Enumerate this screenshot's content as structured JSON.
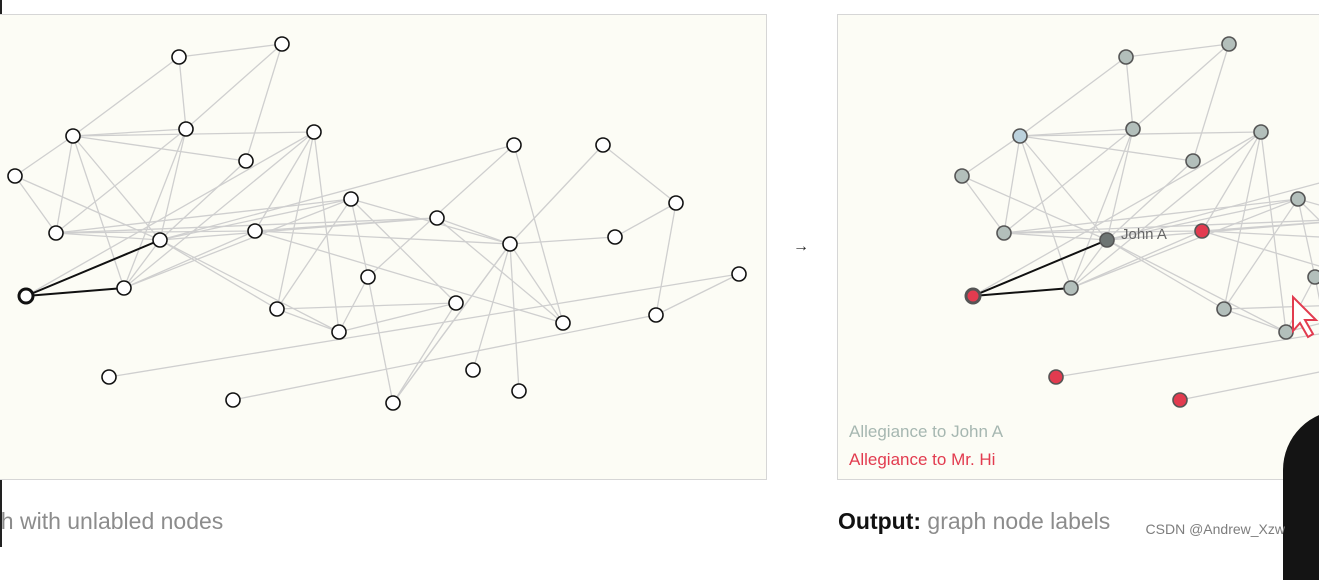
{
  "arrow": "→",
  "captions": {
    "left": "ph with unlabled nodes",
    "right_bold": "Output:",
    "right_rest": " graph node labels"
  },
  "legend": {
    "john": "Allegiance to John A",
    "hi": "Allegiance to Mr. Hi"
  },
  "node_label": "John A",
  "watermark": "CSDN @Andrew_Xzw",
  "colors": {
    "edge": "#cfcfcf",
    "highlight_edge": "#111111",
    "node_white": "#ffffff",
    "node_grey": "#b3bfbb",
    "node_blue": "#bcd2dd",
    "node_dark": "#6e7573",
    "node_red": "#e23b4f",
    "cursor_red": "#e23b4f"
  },
  "nodes": [
    {
      "id": "a",
      "cls": "grey"
    },
    {
      "id": "b",
      "cls": "grey"
    },
    {
      "id": "c",
      "cls": "blue"
    },
    {
      "id": "d",
      "cls": "grey"
    },
    {
      "id": "e",
      "cls": "grey"
    },
    {
      "id": "f",
      "cls": "grey"
    },
    {
      "id": "g",
      "cls": "grey"
    },
    {
      "id": "h",
      "cls": "grey"
    },
    {
      "id": "i",
      "cls": "grey"
    },
    {
      "id": "j",
      "cls": "red"
    },
    {
      "id": "k",
      "cls": "grey"
    },
    {
      "id": "l",
      "cls": "grey"
    },
    {
      "id": "m",
      "cls": "red"
    },
    {
      "id": "n",
      "cls": "grey"
    },
    {
      "id": "o",
      "cls": "grey"
    },
    {
      "id": "p",
      "cls": "red"
    },
    {
      "id": "q",
      "cls": "grey"
    },
    {
      "id": "r",
      "cls": "grey"
    },
    {
      "id": "s",
      "cls": "grey"
    },
    {
      "id": "t",
      "cls": "grey"
    },
    {
      "id": "u",
      "cls": "red"
    },
    {
      "id": "v",
      "cls": "red"
    },
    {
      "id": "w",
      "cls": "red"
    },
    {
      "id": "x",
      "cls": "grey"
    },
    {
      "id": "y",
      "cls": "red"
    },
    {
      "id": "z",
      "cls": "red"
    },
    {
      "id": "aa",
      "cls": "red"
    },
    {
      "id": "ab",
      "cls": "red"
    },
    {
      "id": "ac",
      "cls": "red"
    },
    {
      "id": "ad",
      "cls": "red"
    },
    {
      "id": "ae",
      "cls": "red"
    }
  ],
  "edges": [
    [
      "a",
      "b"
    ],
    [
      "a",
      "e"
    ],
    [
      "b",
      "e"
    ],
    [
      "b",
      "f"
    ],
    [
      "c",
      "a"
    ],
    [
      "c",
      "d"
    ],
    [
      "c",
      "e"
    ],
    [
      "c",
      "g"
    ],
    [
      "c",
      "h"
    ],
    [
      "c",
      "k"
    ],
    [
      "d",
      "g"
    ],
    [
      "d",
      "h"
    ],
    [
      "e",
      "g"
    ],
    [
      "e",
      "h"
    ],
    [
      "e",
      "i"
    ],
    [
      "f",
      "g"
    ],
    [
      "c",
      "i"
    ],
    [
      "g",
      "h"
    ],
    [
      "g",
      "i"
    ],
    [
      "g",
      "j"
    ],
    [
      "g",
      "l"
    ],
    [
      "g",
      "n"
    ],
    [
      "g",
      "o"
    ],
    [
      "g",
      "q"
    ],
    [
      "g",
      "s"
    ],
    [
      "h",
      "l"
    ],
    [
      "h",
      "m"
    ],
    [
      "i",
      "l"
    ],
    [
      "i",
      "m"
    ],
    [
      "j",
      "k"
    ],
    [
      "k",
      "m"
    ],
    [
      "k",
      "o"
    ],
    [
      "k",
      "s"
    ],
    [
      "l",
      "o"
    ],
    [
      "l",
      "p"
    ],
    [
      "l",
      "r"
    ],
    [
      "l",
      "t"
    ],
    [
      "m",
      "n"
    ],
    [
      "m",
      "p"
    ],
    [
      "n",
      "p"
    ],
    [
      "o",
      "s"
    ],
    [
      "o",
      "t"
    ],
    [
      "p",
      "u"
    ],
    [
      "p",
      "v"
    ],
    [
      "p",
      "w"
    ],
    [
      "q",
      "x"
    ],
    [
      "r",
      "s"
    ],
    [
      "s",
      "t"
    ],
    [
      "t",
      "u"
    ],
    [
      "p",
      "x"
    ],
    [
      "v",
      "y"
    ],
    [
      "w",
      "y"
    ],
    [
      "y",
      "z"
    ],
    [
      "z",
      "aa"
    ],
    [
      "x",
      "m"
    ],
    [
      "n",
      "x"
    ],
    [
      "i",
      "k"
    ],
    [
      "f",
      "c"
    ],
    [
      "q",
      "r"
    ],
    [
      "h",
      "n"
    ],
    [
      "r",
      "u"
    ],
    [
      "u",
      "p"
    ],
    [
      "ab",
      "p"
    ],
    [
      "ac",
      "p"
    ],
    [
      "ad",
      "aa"
    ],
    [
      "ae",
      "z"
    ]
  ]
}
